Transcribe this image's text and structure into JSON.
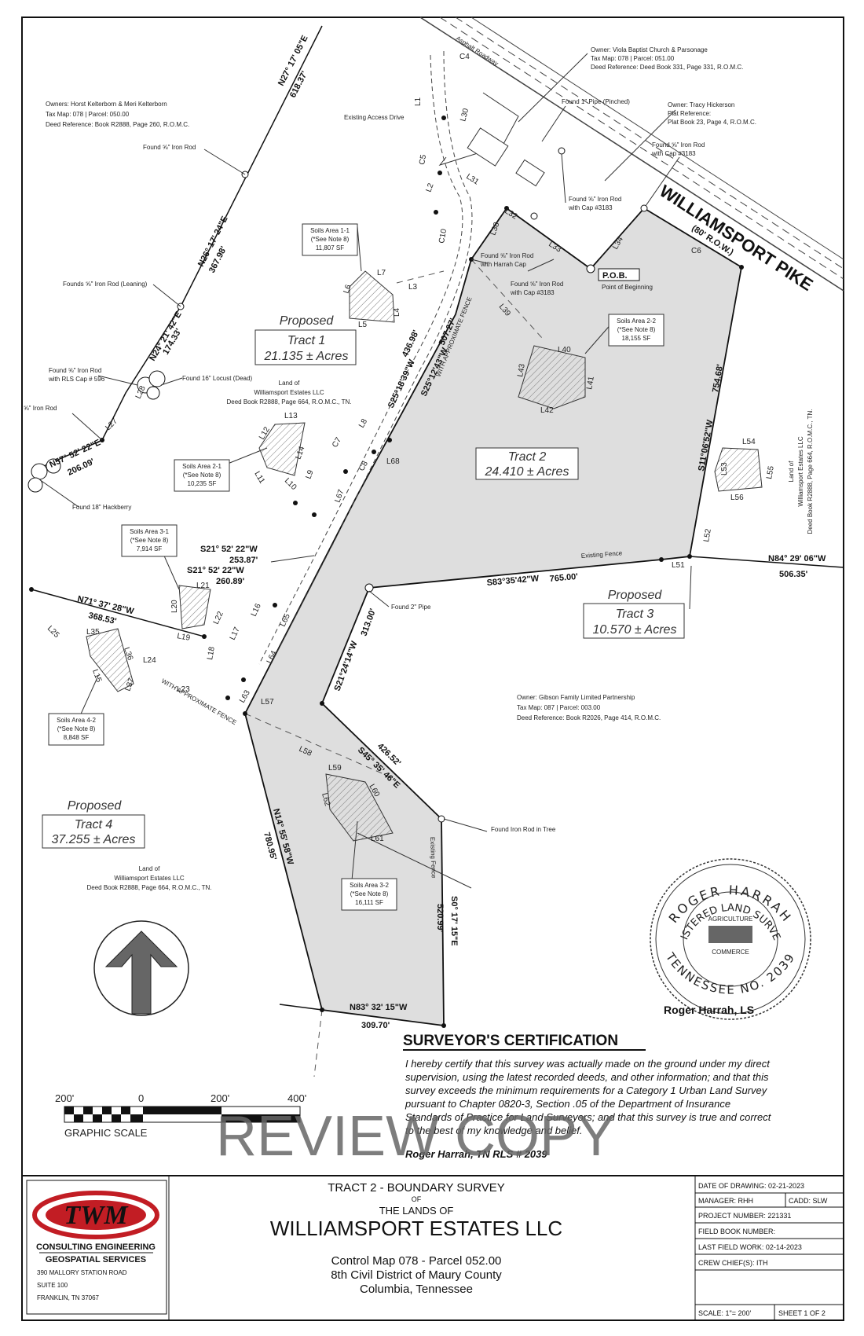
{
  "road": {
    "name": "WILLIAMSPORT PIKE",
    "row": "(80' R.O.W.)",
    "asphalt": "Asphalt Roadway",
    "access_drive": "Existing Access Drive"
  },
  "owners": {
    "kelterborn": [
      "Owners: Horst Kelterborn & Meri Kelterborn",
      "Tax Map: 078 | Parcel: 050.00",
      "Deed Reference: Book R2888, Page 260, R.O.M.C."
    ],
    "viola": [
      "Owner: Viola Baptist Church & Parsonage",
      "Tax Map: 078 | Parcel: 051.00",
      "Deed Reference: Deed Book 331, Page 331, R.O.M.C."
    ],
    "hickerson": [
      "Owner: Tracy Hickerson",
      "Plat Reference:",
      "Plat Book 23, Page 4, R.O.M.C."
    ],
    "gibson": [
      "Owner: Gibson Family Limited Partnership",
      "Tax Map: 087 | Parcel: 003.00",
      "Deed Reference: Book R2026, Page 414, R.O.M.C."
    ],
    "land_center": [
      "Land of",
      "Williamsport Estates LLC",
      "Deed Book R2888, Page 664, R.O.M.C., TN."
    ],
    "land_west": [
      "Land of",
      "Williamsport Estates LLC",
      "Deed Book R2888, Page 664, R.O.M.C., TN."
    ],
    "land_east": [
      "Land of",
      "Williamsport Estates LLC",
      "Deed Book R2888, Page 664, R.O.M.C., TN."
    ]
  },
  "tracts": [
    {
      "label": "Proposed",
      "name": "Tract 1",
      "area": "21.135 ± Acres"
    },
    {
      "label": "",
      "name": "Tract 2",
      "area": "24.410 ± Acres"
    },
    {
      "label": "Proposed",
      "name": "Tract 3",
      "area": "10.570 ± Acres"
    },
    {
      "label": "Proposed",
      "name": "Tract 4",
      "area": "37.255 ± Acres"
    }
  ],
  "soils": [
    {
      "name": "Soils Area 1-1",
      "note": "(*See Note 8)",
      "area": "11,807 SF"
    },
    {
      "name": "Soils Area 2-2",
      "note": "(*See Note 8)",
      "area": "18,155 SF"
    },
    {
      "name": "Soils Area 2-1",
      "note": "(*See Note 8)",
      "area": "10,235 SF"
    },
    {
      "name": "Soils Area 3-1",
      "note": "(*See Note 8)",
      "area": "7,914 SF"
    },
    {
      "name": "Soils Area 4-2",
      "note": "(*See Note 8)",
      "area": "8,848 SF"
    },
    {
      "name": "Soils Area 3-2",
      "note": "(*See Note 8)",
      "area": "16,111 SF"
    }
  ],
  "bearings": {
    "b1": "N27° 17' 05\"E",
    "d1": "618.37'",
    "b2": "N26° 17' 24\"E",
    "d2": "367.98'",
    "b3": "N24° 21' 42\"E",
    "d3": "174.33'",
    "b4": "N57° 52' 22\"E",
    "d4": "206.09'",
    "b5": "S25°18'39\"W",
    "d5": "436.98'",
    "b6": "S25°12'43\"W",
    "d6": "507.27'",
    "b7": "S11°06'52\"W",
    "d7": "754.68'",
    "b8": "N84° 29' 06\"W",
    "d8": "506.35'",
    "b9": "S83°35'42\"W",
    "d9": "765.00'",
    "b10": "S21° 52' 22\"W",
    "d10": "253.87'",
    "b11": "S21° 52' 22\"W",
    "d11": "260.89'",
    "b12": "N71° 37' 28\"W",
    "d12": "368.53'",
    "b13": "S21°24'14\"W",
    "d13": "313.00'",
    "b14": "S45° 35' 46\"E",
    "d14": "426.52'",
    "b15": "N14° 55' 58\"W",
    "d15": "780.95'",
    "b16": "S0° 17' 15\"E",
    "d16": "520.99'",
    "b17": "N83° 32' 15\"W",
    "d17": "309.70'"
  },
  "found": {
    "pipe_pinched": "Found 1\" Pipe (Pinched)",
    "iron_rod_cap": [
      "Found ⅝\" Iron Rod",
      "with Cap #3183"
    ],
    "iron_rod_cap2": [
      "Found ⅝\" Iron Rod",
      "with Cap #3183"
    ],
    "iron_rod_harrah": [
      "Found ⅝\" Iron Rod",
      "with Harrah Cap"
    ],
    "iron_rod_cap3": [
      "Found ⅝\" Iron Rod",
      "with Cap #3183"
    ],
    "iron_rod_fence": "Found ⅝\" Iron Rod",
    "iron_rod_leaning": "Founds ⅝\" Iron Rod (Leaning)",
    "iron_rod_rls": [
      "Found ⅝\" Iron Rod",
      "with RLS Cap # 596"
    ],
    "locust": "Found 16\" Locust (Dead)",
    "iron_rod_w": "⅝\" Iron Rod",
    "hackberry": "Found 18\" Hackberry",
    "pipe_2": "Found 2\" Pipe",
    "iron_rod_tree": "Found Iron Rod in Tree"
  },
  "pob": {
    "label": "P.O.B.",
    "sub": "Point of Beginning"
  },
  "fences": {
    "existing": "Existing Fence",
    "with_approx": "WITH APPROXIMATE FENCE"
  },
  "lines": {
    "c4": "C4",
    "l1": "L1",
    "c5": "C5",
    "l2": "L2",
    "c10": "C10",
    "l30": "L30",
    "l31": "L31",
    "l32": "L32",
    "l33": "L33",
    "l34": "L34",
    "l38": "L38",
    "l39": "L39",
    "c6": "C6",
    "l3": "L3",
    "l4": "L4",
    "l5": "L5",
    "l6": "L6",
    "l7": "L7",
    "l40": "L40",
    "l41": "L41",
    "l42": "L42",
    "l43": "L43",
    "l8": "L8",
    "c7": "C7",
    "c8": "C8",
    "l68": "L68",
    "l12": "L12",
    "l13": "L13",
    "l14": "L14",
    "l11": "L11",
    "l10": "L10",
    "l9": "L9",
    "l67": "L67",
    "l54": "L54",
    "l53": "L53",
    "l55": "L55",
    "l56": "L56",
    "l52": "L52",
    "l51": "L51",
    "l28": "L28",
    "l27": "L27",
    "l21": "L21",
    "l20": "L20",
    "l22": "L22",
    "l19": "L19",
    "l16": "L16",
    "l65": "L65",
    "l17": "L17",
    "l18": "L18",
    "l64": "L64",
    "l24": "L24",
    "l23": "L23",
    "l63": "L63",
    "l57": "L57",
    "l25": "L25",
    "l35": "L35",
    "l36": "L36",
    "l15": "L15",
    "l37": "L37",
    "l58": "L58",
    "l59": "L59",
    "l60": "L60",
    "l62": "L62",
    "l61": "L61"
  },
  "seal": {
    "top": "ROGER HARRAH",
    "middle": "REGISTERED LAND SURVEYOR",
    "bottom": "TENNESSEE NO. 2039",
    "agri": "AGRICULTURE",
    "comm": "COMMERCE"
  },
  "signature": "Roger Harrah, LS",
  "scale_bar": {
    "labels": [
      "200'",
      "0",
      "200'",
      "400'"
    ],
    "title": "GRAPHIC SCALE"
  },
  "certification": {
    "title": "SURVEYOR'S CERTIFICATION",
    "lines": [
      "I hereby certify that this survey was actually made on the ground under my direct",
      "supervision, using the latest recorded deeds, and other information; and that this",
      "survey exceeds the minimum requirements for a Category 1 Urban Land Survey",
      "pursuant to Chapter 0820-3, Section .05 of the Department of Insurance",
      "Standards of Practice for Land Surveyors; and that this survey is true and correct",
      "to the best of my knowledge and belief."
    ],
    "sign": "Roger Harrah, TN RLS # 2039"
  },
  "watermark": "REVIEW COPY",
  "title_block": {
    "logo": "TWM",
    "firm1": "CONSULTING  ENGINEERING",
    "firm2": "GEOSPATIAL  SERVICES",
    "addr": [
      "390 MALLORY STATION ROAD",
      "SUITE 100",
      "FRANKLIN, TN 37067"
    ],
    "t1": "TRACT 2 - BOUNDARY SURVEY",
    "t2": "OF",
    "t3": "THE LANDS OF",
    "t4": "WILLIAMSPORT ESTATES LLC",
    "t5": "Control Map 078 - Parcel 052.00",
    "t6": "8th Civil District of Maury County",
    "t7": "Columbia, Tennessee",
    "date": "DATE OF DRAWING:  02-21-2023",
    "manager": "MANAGER:  RHH",
    "cadd": "CADD:  SLW",
    "project": "PROJECT NUMBER:  221331",
    "fieldbook": "FIELD BOOK NUMBER:",
    "lastfield": "LAST FIELD WORK:  02-14-2023",
    "crew": "CREW CHIEF(S):  ITH",
    "scale": "SCALE:  1\"= 200'",
    "sheet": "SHEET  1  OF  2"
  }
}
